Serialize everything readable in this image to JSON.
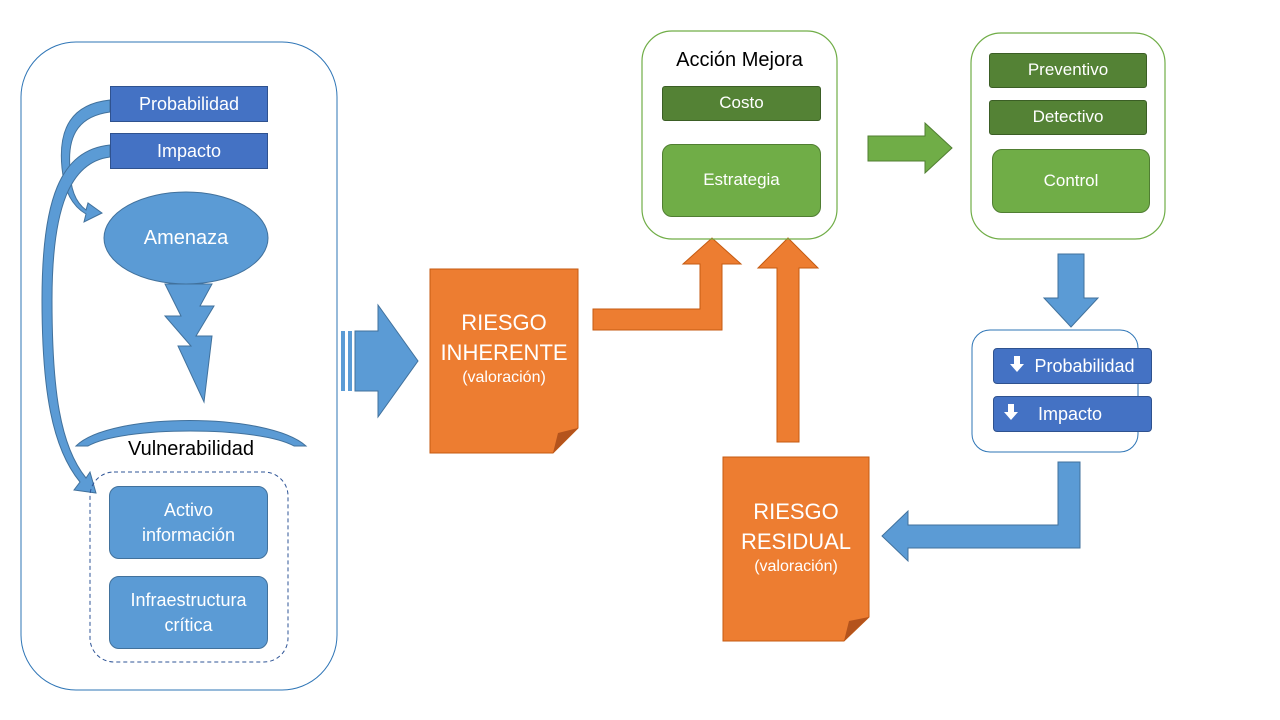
{
  "threat_panel": {
    "probability_label": "Probabilidad",
    "impact_label": "Impacto",
    "threat_label": "Amenaza",
    "vulnerability_label": "Vulnerabilidad",
    "asset_line1": "Activo",
    "asset_line2": "información",
    "infra_line1": "Infraestructura",
    "infra_line2": "crítica"
  },
  "inherent_risk": {
    "title_line1": "RIESGO",
    "title_line2": "INHERENTE",
    "subtitle": "(valoración)"
  },
  "improvement_action": {
    "title": "Acción Mejora",
    "cost_label": "Costo",
    "strategy_label": "Estrategia"
  },
  "controls": {
    "preventive_label": "Preventivo",
    "detective_label": "Detectivo",
    "control_label": "Control"
  },
  "reduced": {
    "probability_label": "Probabilidad",
    "impact_label": "Impacto"
  },
  "residual_risk": {
    "title_line1": "RIESGO",
    "title_line2": "RESIDUAL",
    "subtitle": "(valoración)"
  },
  "colors": {
    "dark_blue": "#4472c4",
    "light_blue": "#5b9bd5",
    "orange": "#ed7d31",
    "dark_green": "#548235",
    "light_green": "#70ad47"
  },
  "icons": [
    "down-arrow-icon",
    "lightning-icon",
    "curved-arrow-icon",
    "block-arrow-icon"
  ]
}
